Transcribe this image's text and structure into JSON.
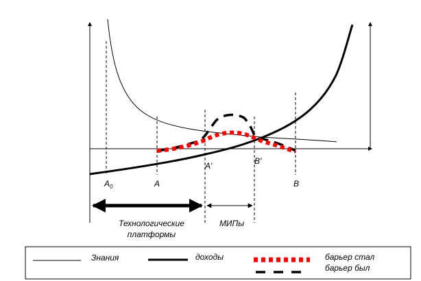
{
  "diagram": {
    "axis_points": [
      {
        "key": "a0",
        "main": "A",
        "sub": "0"
      },
      {
        "key": "a",
        "main": "A",
        "sub": ""
      },
      {
        "key": "a_prime",
        "main": "A′",
        "sub": ""
      },
      {
        "key": "b_prime",
        "main": "B′",
        "sub": ""
      },
      {
        "key": "b",
        "main": "B",
        "sub": ""
      }
    ],
    "segments": {
      "platforms_line1": "Технологические",
      "platforms_line2": "платформы",
      "mips": "МИПы"
    }
  },
  "legend": {
    "knowledge": "Знания",
    "income": "доходы",
    "barrier_became": "барьер стал",
    "barrier_was": "барьер был"
  },
  "colors": {
    "ink": "#000000",
    "barrier_new": "#ff0000"
  }
}
